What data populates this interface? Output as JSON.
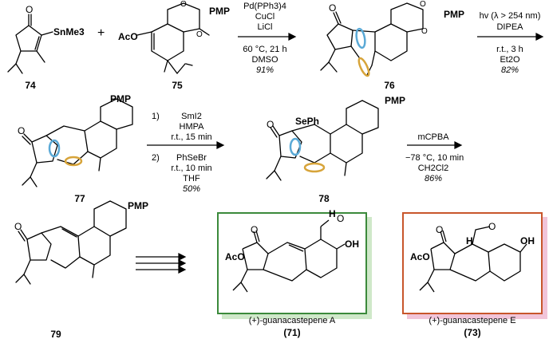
{
  "compounds": {
    "c74": {
      "number": "74",
      "substituent": "SnMe3"
    },
    "c75": {
      "number": "75",
      "acetate": "AcO",
      "pmp": "PMP"
    },
    "c76": {
      "number": "76",
      "pmp": "PMP"
    },
    "c77": {
      "number": "77",
      "pmp": "PMP"
    },
    "c78": {
      "number": "78",
      "pmp": "PMP",
      "seleno": "SePh"
    },
    "c79": {
      "number": "79",
      "pmp": "PMP"
    },
    "c71": {
      "name": "(+)-guanacastepene A",
      "number": "(71)",
      "acetate": "AcO",
      "oh": "OH",
      "aldehyde_h": "H"
    },
    "c73": {
      "name": "(+)-guanacastepene E",
      "number": "(73)",
      "acetate": "AcO",
      "oh": "OH",
      "h": "H"
    }
  },
  "plus_sign": "+",
  "atoms": {
    "O": "O"
  },
  "step1": {
    "above": [
      "Pd(PPh3)4",
      "CuCl",
      "LiCl"
    ],
    "below": [
      "60 °C, 21 h",
      "DMSO",
      "91%"
    ]
  },
  "step2": {
    "above": [
      "hv (λ > 254 nm)",
      "DIPEA"
    ],
    "below": [
      "r.t., 3 h",
      "Et2O",
      "82%"
    ]
  },
  "step3": {
    "above_num": "1)",
    "above": [
      "SmI2",
      "HMPA",
      "r.t., 15 min"
    ],
    "below_num": "2)",
    "below": [
      "PhSeBr",
      "r.t., 10 min",
      "THF",
      "50%"
    ]
  },
  "step4": {
    "above": [
      "mCPBA"
    ],
    "below": [
      "−78 °C, 10 min",
      "CH2Cl2",
      "86%"
    ]
  },
  "colors": {
    "highlight_blue": "#5aa9d6",
    "highlight_orange": "#d7a43a",
    "box_green": "#3b8a3b",
    "box_red": "#c8562b"
  }
}
